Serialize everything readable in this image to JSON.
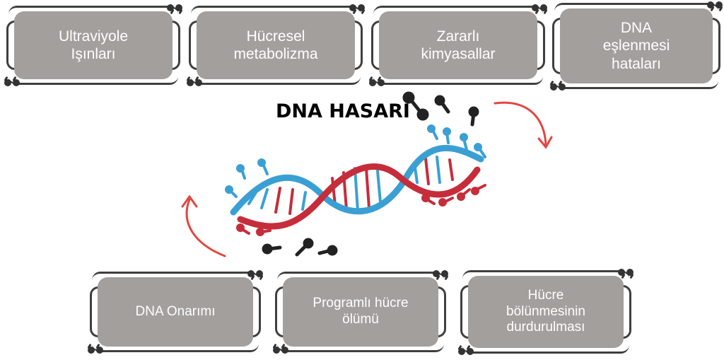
{
  "causes": [
    {
      "id": "uv",
      "label": "Ultraviyole Işınları"
    },
    {
      "id": "metabolism",
      "label": "Hücresel metabolizma"
    },
    {
      "id": "chemicals",
      "label": "Zararlı kimyasallar"
    },
    {
      "id": "replication",
      "label": "DNA eşlenmesi hataları"
    }
  ],
  "center": {
    "title": "DNA HASARI"
  },
  "outcomes": [
    {
      "id": "repair",
      "label": "DNA Onarımı"
    },
    {
      "id": "apoptosis",
      "label": "Programlı hücre ölümü"
    },
    {
      "id": "arrest",
      "label": "Hücre bölünmesinin durdurulması"
    }
  ],
  "colors": {
    "card_fill": "#a39f9d",
    "card_text": "#ffffff",
    "frame": "#3f3f3f",
    "strand_blue": "#3aa0d4",
    "strand_red": "#c62d3a",
    "arrow": "#e2463f",
    "fragment_black": "#222222"
  },
  "icons": [
    "dna-helix-icon",
    "curved-arrow-icon"
  ]
}
